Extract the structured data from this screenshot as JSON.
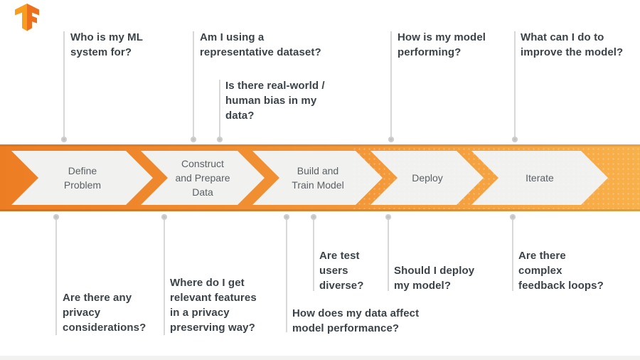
{
  "brand": {
    "logo_name": "tensorflow-logo",
    "logo_light": "#F79E1F",
    "logo_dark": "#ED701E"
  },
  "colors": {
    "band_gradient_left": "#ED7D23",
    "band_gradient_right": "#F8B04A",
    "arrow_fill": "#F1F1EF",
    "stage_text": "#5B6065",
    "question_text": "#3B4248",
    "connector_line": "#D8D8D8",
    "connector_dot": "#C3C3C3"
  },
  "pipeline": {
    "stages": [
      {
        "label": "Define\nProblem"
      },
      {
        "label": "Construct\nand Prepare\nData"
      },
      {
        "label": "Build and\nTrain Model"
      },
      {
        "label": "Deploy"
      },
      {
        "label": "Iterate"
      }
    ]
  },
  "top_questions": [
    {
      "text": "Who is my ML\nsystem for?"
    },
    {
      "text": "Am I using a\nrepresentative dataset?"
    },
    {
      "text": "Is there real-world /\nhuman bias in my\ndata?"
    },
    {
      "text": "How is my model\nperforming?"
    },
    {
      "text": "What can I do to\nimprove the model?"
    }
  ],
  "bottom_questions": [
    {
      "text": "Are there any\nprivacy\nconsiderations?"
    },
    {
      "text": "Where do I get\nrelevant features\nin a privacy\npreserving way?"
    },
    {
      "text": "How does my data affect\nmodel performance?"
    },
    {
      "text": "Are test\nusers\ndiverse?"
    },
    {
      "text": "Should I deploy\nmy model?"
    },
    {
      "text": "Are there\ncomplex\nfeedback loops?"
    }
  ]
}
